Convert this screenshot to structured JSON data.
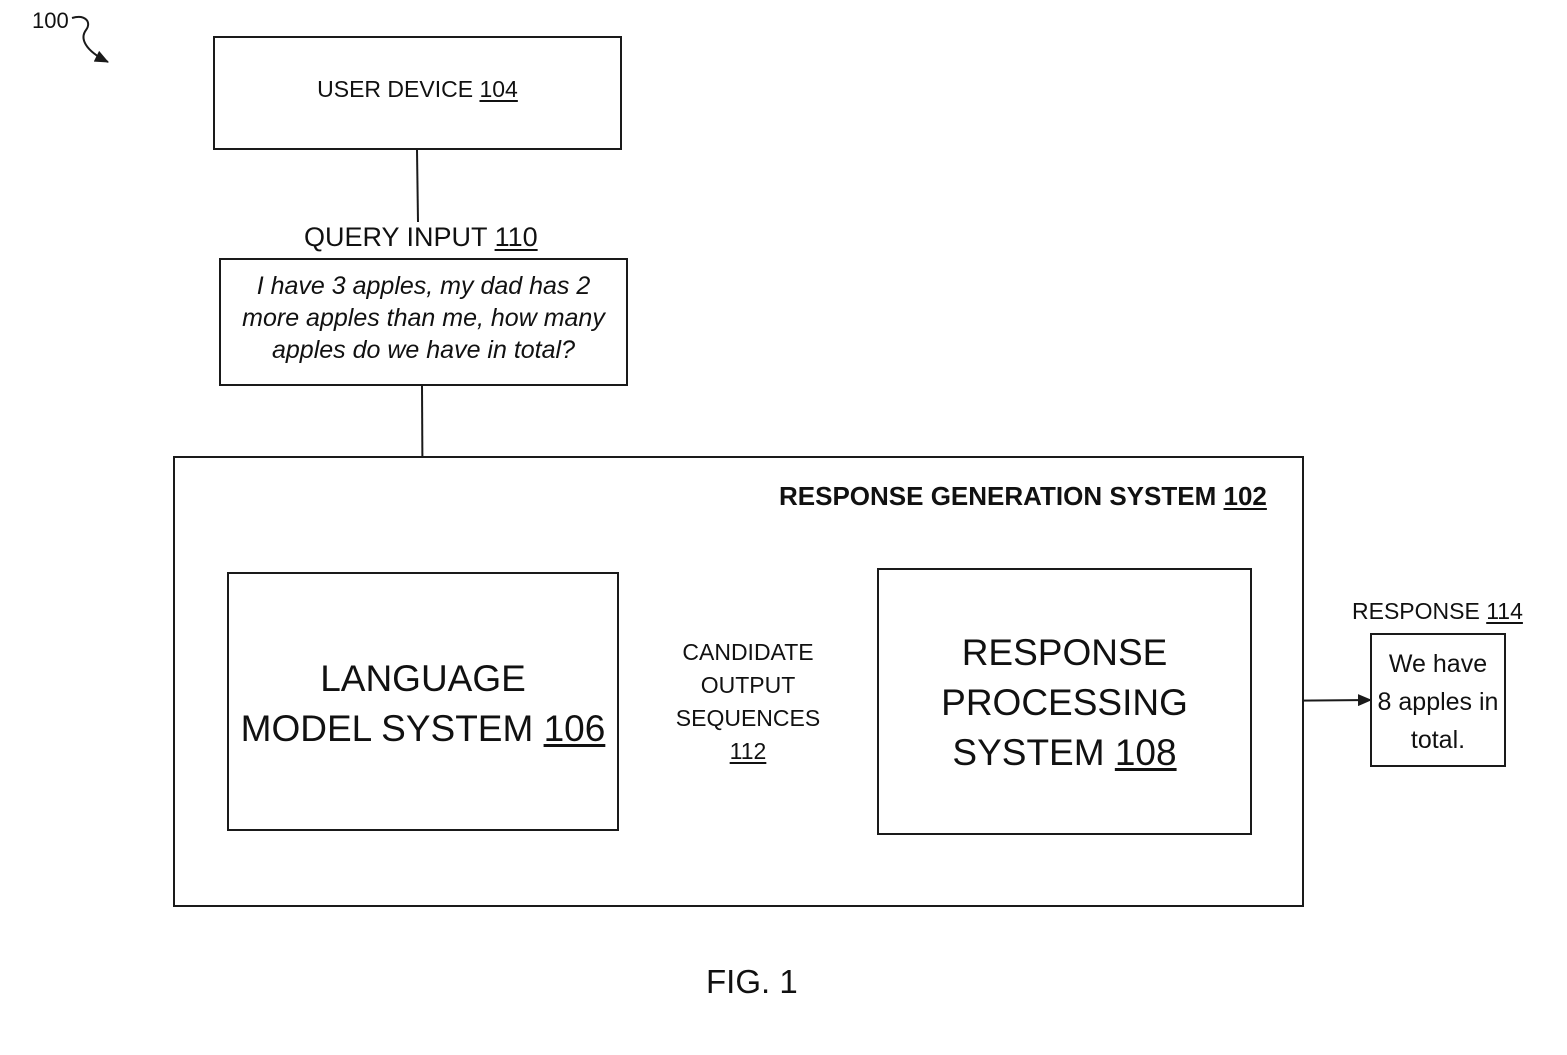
{
  "figure_ref": "100",
  "caption": "FIG. 1",
  "user_device": {
    "label": "USER DEVICE",
    "ref": "104"
  },
  "query_input": {
    "label": "QUERY INPUT",
    "ref": "110",
    "lines": [
      "I have 3 apples, my dad has 2",
      "more apples than me, how many",
      "apples do we have in total?"
    ]
  },
  "response_generation_system": {
    "label": "RESPONSE GENERATION SYSTEM",
    "ref": "102"
  },
  "language_model_system": {
    "line1": "LANGUAGE",
    "line2": "MODEL SYSTEM",
    "ref": "106"
  },
  "candidate_output_sequences": {
    "lines": [
      "CANDIDATE",
      "OUTPUT",
      "SEQUENCES"
    ],
    "ref": "112"
  },
  "response_processing_system": {
    "line1": "RESPONSE",
    "line2": "PROCESSING",
    "line3": "SYSTEM",
    "ref": "108"
  },
  "response": {
    "label": "RESPONSE",
    "ref": "114",
    "lines": [
      "We have",
      "8 apples in",
      "total."
    ]
  }
}
